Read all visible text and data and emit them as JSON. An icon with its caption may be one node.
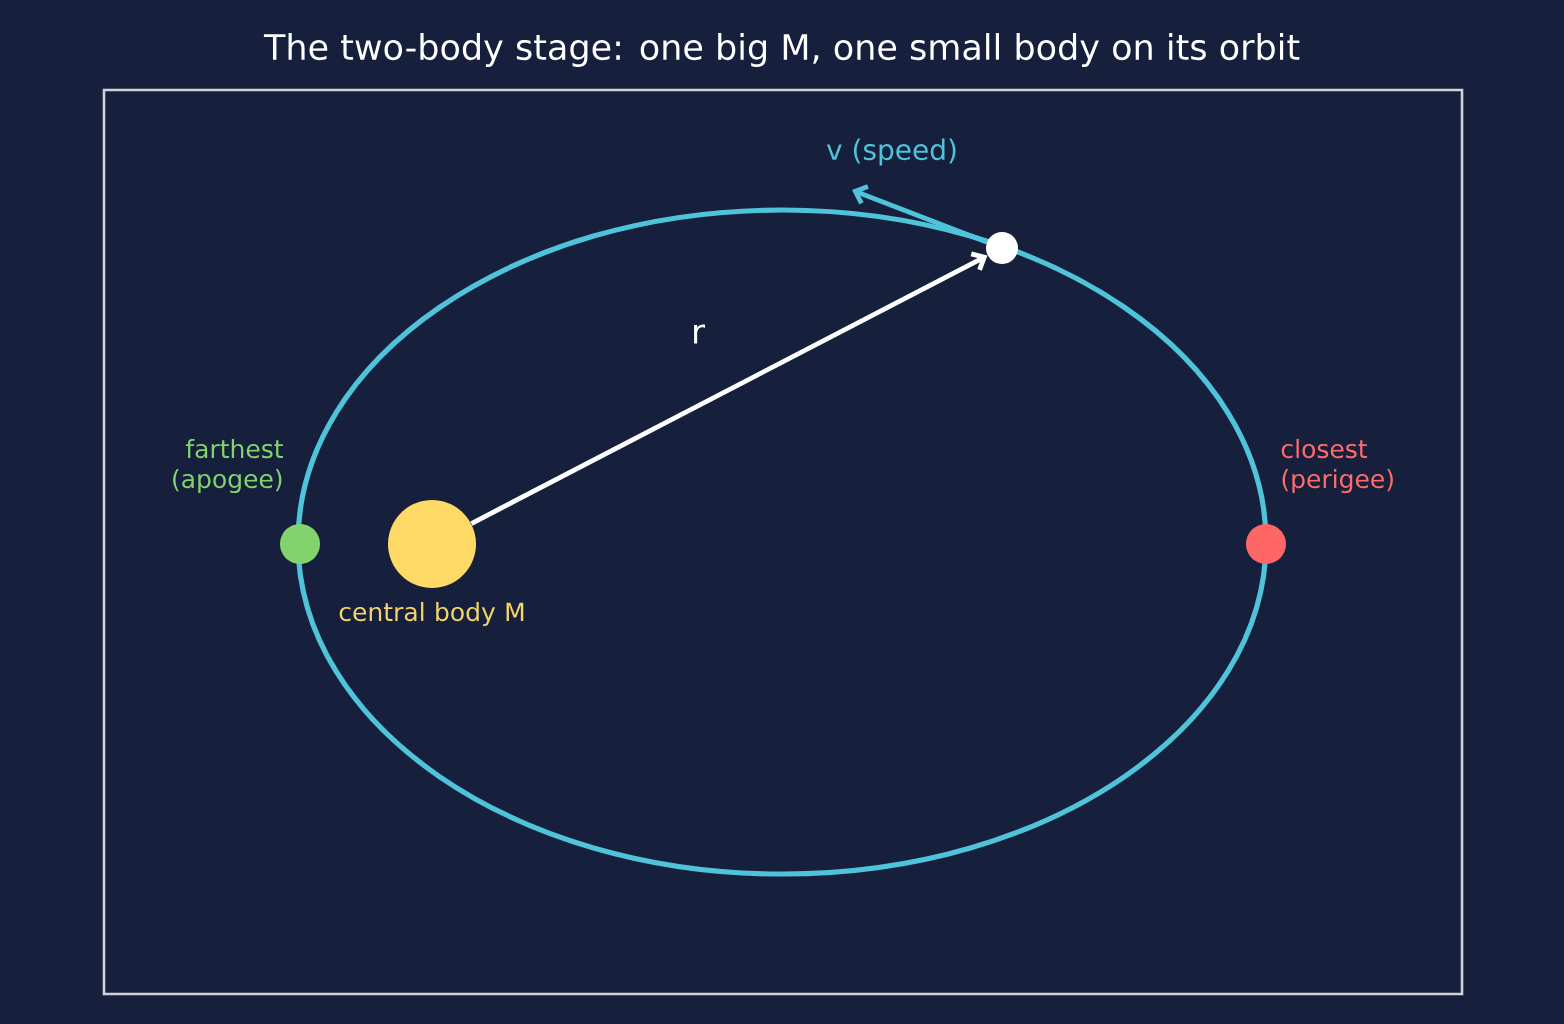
{
  "diagram": {
    "title": "The two-body stage: one big M, one small body on its orbit",
    "nodes": [
      {
        "text": [],
        "shape": "circle",
        "beside": [
          "central body M"
        ]
      },
      {
        "text": [],
        "shape": "circle"
      },
      {
        "text": [],
        "shape": "circle",
        "beside": [
          "farthest (apogee)"
        ]
      },
      {
        "text": [],
        "shape": "circle",
        "beside": [
          "closest (perigee)"
        ]
      }
    ],
    "edges": [
      {
        "from": 0,
        "to": 1,
        "arrow": "to",
        "label": "r",
        "color": "#ffffff"
      },
      {
        "from": 1,
        "to": null,
        "arrow": "to",
        "label": "v (speed)",
        "color": "#4fc3d9"
      }
    ]
  }
}
